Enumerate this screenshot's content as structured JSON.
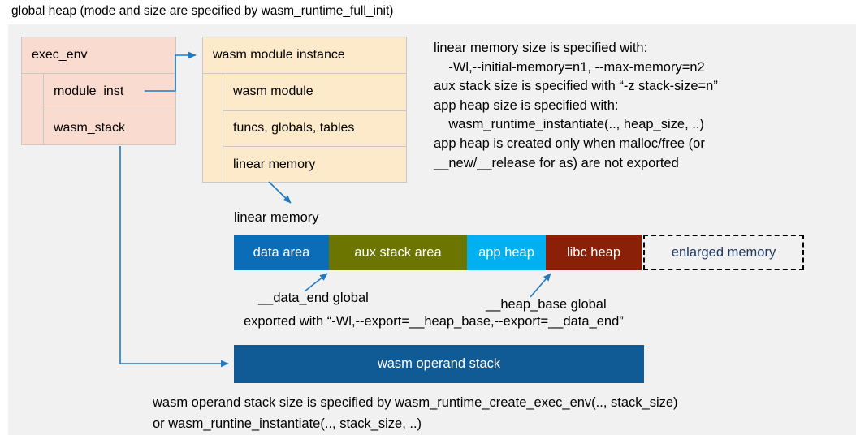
{
  "title": "global heap (mode and size are specified by wasm_runtime_full_init)",
  "exec_env": {
    "header": "exec_env",
    "rows": [
      "module_inst",
      "wasm_stack"
    ],
    "color": "#fadbd0"
  },
  "module_instance": {
    "header": "wasm module instance",
    "rows": [
      "wasm module",
      "funcs, globals, tables",
      "linear memory"
    ],
    "color": "#fdeacb"
  },
  "notes": {
    "linear_memory": "linear memory size is specified with:\n    -Wl,--initial-memory=n1, --max-memory=n2\naux stack size is specified with “-z stack-size=n”\napp heap size is specified with:\n    wasm_runtime_instantiate(.., heap_size, ..)\napp heap is created only when malloc/free (or\n__new/__release for as) are not exported",
    "operand_stack": "wasm operand stack size is specified by wasm_runtime_create_exec_env(.., stack_size)\nor wasm_runtine_instantiate(.., stack_size, ..)"
  },
  "linear_memory": {
    "caption": "linear memory",
    "segments": [
      {
        "label": "data area",
        "color": "#0b6cb8",
        "width": 117
      },
      {
        "label": "aux stack area",
        "color": "#6b7500",
        "width": 170
      },
      {
        "label": "app heap",
        "color": "#00b0f0",
        "width": 97
      },
      {
        "label": "libc heap",
        "color": "#8a2008",
        "width": 118
      },
      {
        "label": "enlarged memory",
        "color": "#f1f1f1",
        "width": 198
      }
    ]
  },
  "annotations": {
    "data_end": "__data_end global",
    "heap_base": "__heap_base global",
    "export_note": "exported with “-Wl,--export=__heap_base,--export=__data_end”"
  },
  "operand_stack": {
    "label": "wasm operand stack",
    "color": "#105b96"
  },
  "colors": {
    "backdrop": "#f1f1f1",
    "connector": "#1f7ac4",
    "enlarged_text": "#1f3864"
  }
}
